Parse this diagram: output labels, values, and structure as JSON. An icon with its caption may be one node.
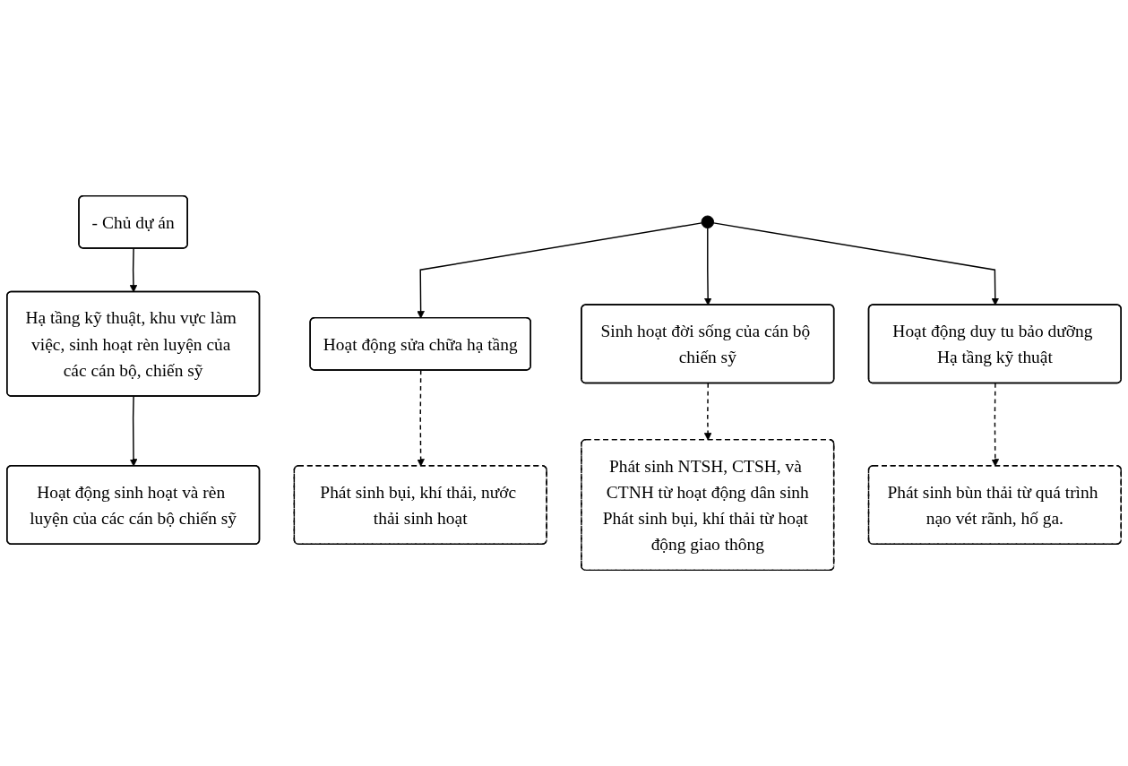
{
  "diagram": {
    "nodes": [
      {
        "text": [
          "- Chủ dự án"
        ]
      },
      {
        "text": [
          "Hạ tầng kỹ thuật, khu vực làm việc, sinh hoạt rèn luyện của các cán bộ, chiến sỹ"
        ]
      },
      {
        "text": [
          "Hoạt động sinh hoạt và rèn luyện của các cán bộ chiến sỹ"
        ]
      },
      {
        "text": [
          "Hoạt động sửa chữa hạ tầng"
        ]
      },
      {
        "text": [
          "Sinh hoạt đời sống của cán bộ chiến sỹ"
        ]
      },
      {
        "text": [
          "Hoạt động duy tu bảo dưỡng Hạ tầng kỹ thuật"
        ]
      },
      {
        "text": [
          "Phát sinh bụi, khí thải, nước thải sinh hoạt"
        ]
      },
      {
        "text": [
          "Phát sinh NTSH, CTSH, và CTNH từ hoạt động dân sinh",
          "Phát sinh bụi, khí thải từ hoạt động giao thông"
        ]
      },
      {
        "text": [
          "Phát sinh bùn thải từ quá trình nạo vét rãnh, hố ga."
        ]
      }
    ],
    "edges": [
      {
        "from": 0,
        "to": 1,
        "arrow": "to"
      },
      {
        "from": 1,
        "to": 2,
        "arrow": "to"
      },
      {
        "from": null,
        "to": 3,
        "arrow": "to"
      },
      {
        "from": null,
        "to": 4,
        "arrow": "to"
      },
      {
        "from": null,
        "to": 5,
        "arrow": "to"
      },
      {
        "from": 3,
        "to": 6,
        "arrow": "to",
        "style": "dashed"
      },
      {
        "from": 4,
        "to": 7,
        "arrow": "to",
        "style": "dashed"
      },
      {
        "from": 5,
        "to": 8,
        "arrow": "to",
        "style": "dashed"
      }
    ]
  }
}
